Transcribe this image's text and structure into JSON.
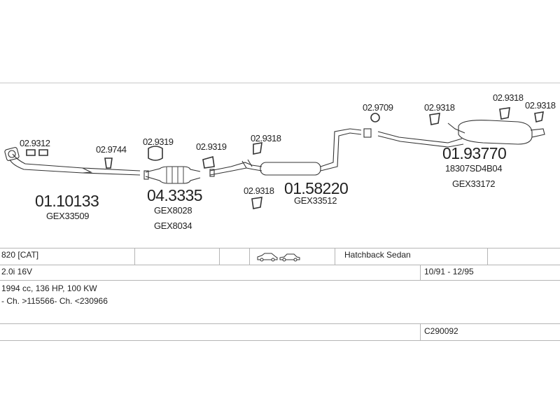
{
  "diagram": {
    "parts": [
      {
        "id": "p1",
        "main": "01.10133",
        "refs": [
          "GEX33509"
        ]
      },
      {
        "id": "p2",
        "main": "04.3335",
        "refs": [
          "GEX8028",
          "GEX8034"
        ]
      },
      {
        "id": "p3",
        "main": "01.58220",
        "refs": [
          "GEX33512"
        ]
      },
      {
        "id": "p4",
        "main": "01.93770",
        "refs": [
          "18307SD4B04",
          "GEX33172"
        ]
      }
    ],
    "accessories": {
      "a1": "02.9312",
      "a2": "02.9744",
      "a3": "02.9319",
      "a4": "02.9319",
      "a5": "02.9318",
      "a6": "02.9318",
      "a7": "02.9709",
      "a8": "02.9318",
      "a9": "02.9318",
      "a10": "02.9318"
    }
  },
  "vehicle": {
    "model": "820  [CAT]",
    "body_types": "Hatchback Sedan",
    "engine": "2.0i 16V",
    "production": "10/91 - 12/95",
    "specs": "1994 cc, 136 HP, 100 KW",
    "chassis": "- Ch. >115566- Ch. <230966",
    "catalog_code": "C290092"
  }
}
